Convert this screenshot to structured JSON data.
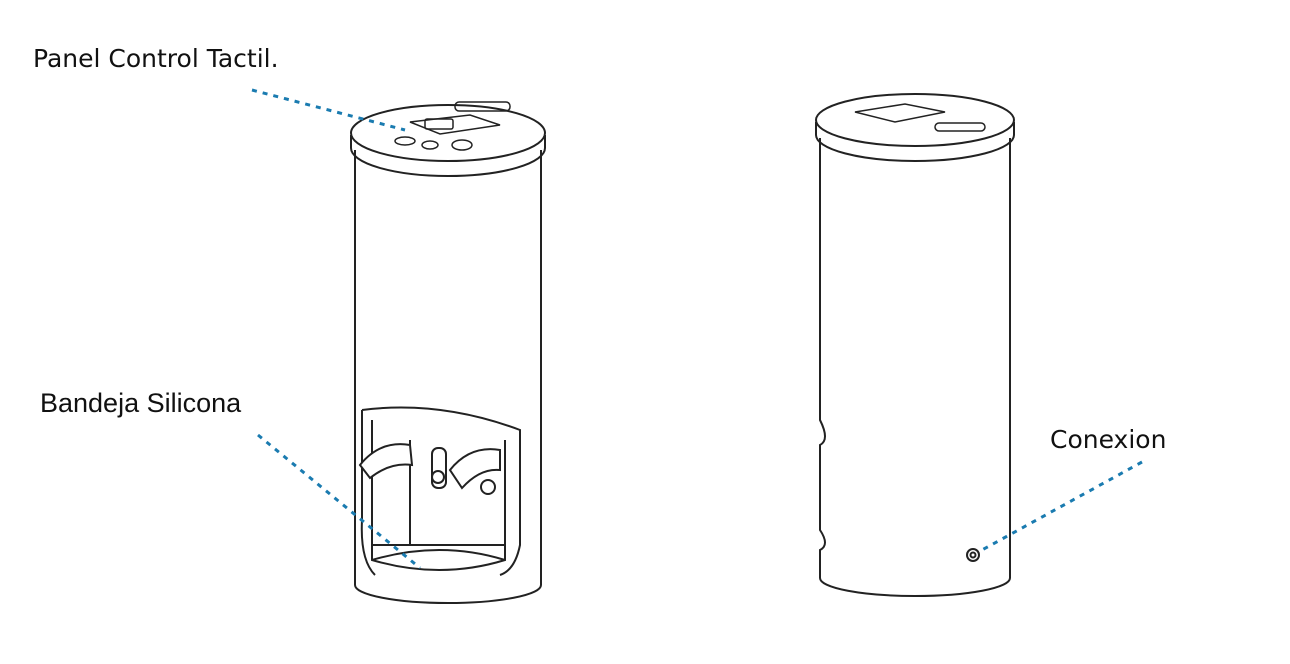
{
  "labels": {
    "panel": "Panel Control Tactil.",
    "tray": "Bandeja Silicona",
    "connection": "Conexion"
  },
  "colors": {
    "leader": "#1a7bb0",
    "outline": "#222222"
  }
}
